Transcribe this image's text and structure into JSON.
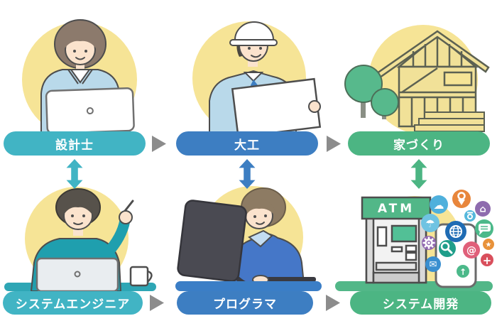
{
  "diagram": {
    "columns": [
      {
        "color": "#41b4c4",
        "top_label": "設計士",
        "bottom_label": "システムエンジニア",
        "top_illustration": "designer-woman-at-laptop",
        "bottom_illustration": "systems-engineer-at-laptop"
      },
      {
        "color": "#3d7ec2",
        "top_label": "大工",
        "bottom_label": "プログラマ",
        "top_illustration": "carpenter-holding-blueprint",
        "bottom_illustration": "programmer-at-monitor"
      },
      {
        "color": "#4cb583",
        "top_label": "家づくり",
        "bottom_label": "システム開発",
        "top_illustration": "house-frame-under-construction",
        "bottom_illustration": "atm-and-smartphone-apps"
      }
    ],
    "atm_sign": "ATM",
    "colors": {
      "teal": "#41b4c4",
      "blue": "#3d7ec2",
      "green": "#4cb583",
      "arrow_gray": "#8c8c8c",
      "background_circle_yellow": "#f6e496"
    },
    "app_icons": [
      "cloud",
      "location-pin",
      "home",
      "camera",
      "umbrella",
      "globe",
      "speech-bubble",
      "gear",
      "magnifier",
      "at-sign",
      "star",
      "plus",
      "mail",
      "arrow-up"
    ]
  }
}
